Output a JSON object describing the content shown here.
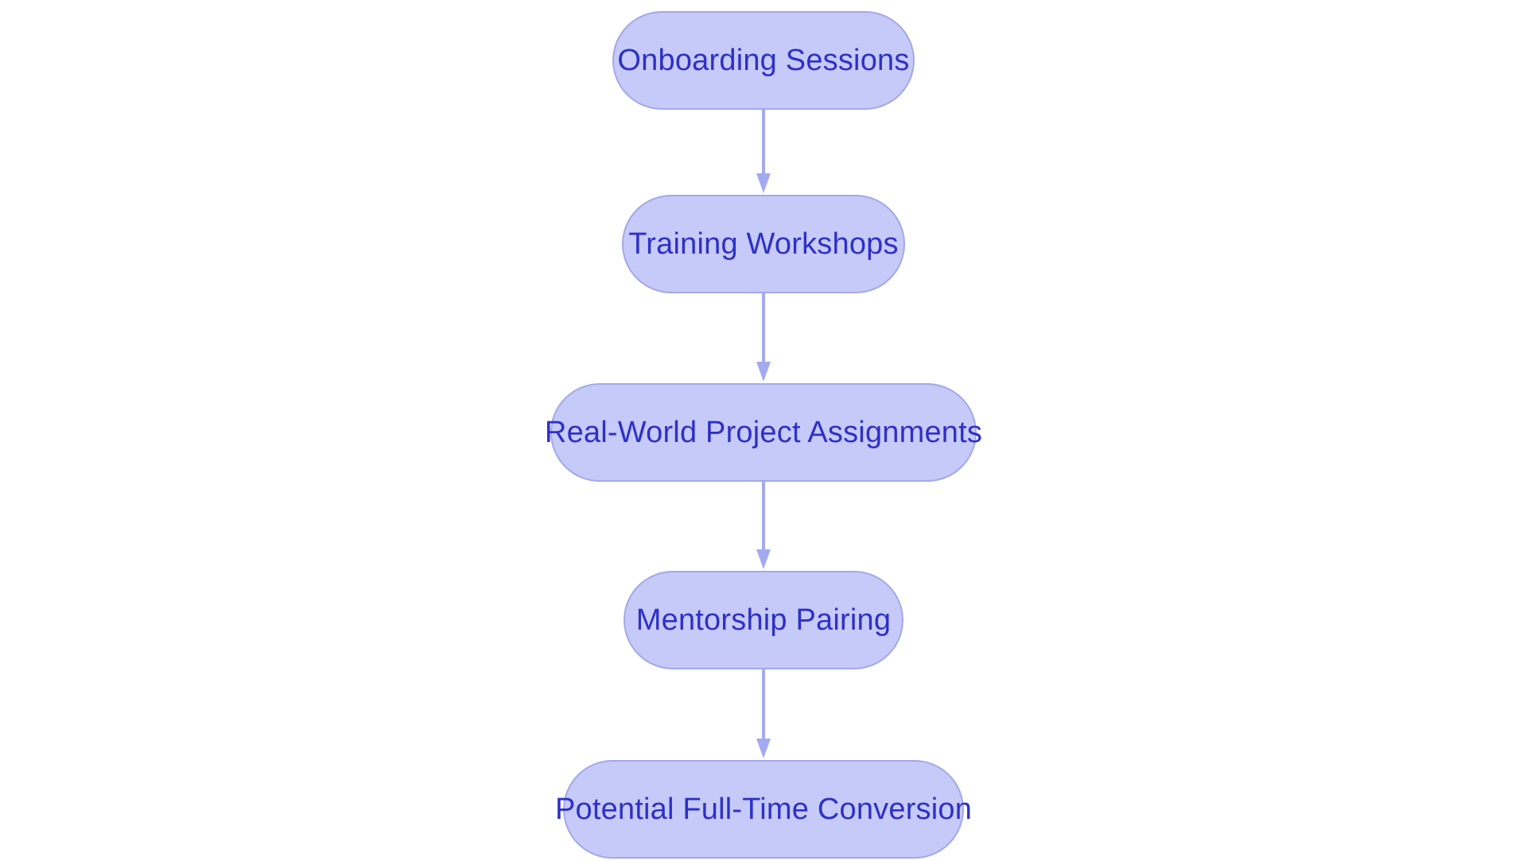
{
  "diagram": {
    "type": "flowchart",
    "orientation": "top-to-bottom",
    "title": "",
    "background_color": "#ffffff",
    "node_fill_color": "#c6caf8",
    "node_border_color": "#a3a8e8",
    "node_text_color": "#2e30c8",
    "connector_color": "#a3aaf0",
    "node_shape": "stadium",
    "nodes": [
      {
        "id": "onboarding-sessions",
        "label": "Onboarding Sessions",
        "order": 1
      },
      {
        "id": "training-workshops",
        "label": "Training Workshops",
        "order": 2
      },
      {
        "id": "real-world-project-assignments",
        "label": "Real-World Project Assignments",
        "order": 3
      },
      {
        "id": "mentorship-pairing",
        "label": "Mentorship Pairing",
        "order": 4
      },
      {
        "id": "potential-full-time-conversion",
        "label": "Potential Full-Time Conversion",
        "order": 5
      }
    ],
    "edges": [
      {
        "from": "onboarding-sessions",
        "to": "training-workshops",
        "label": "",
        "arrow": "down"
      },
      {
        "from": "training-workshops",
        "to": "real-world-project-assignments",
        "label": "",
        "arrow": "down"
      },
      {
        "from": "real-world-project-assignments",
        "to": "mentorship-pairing",
        "label": "",
        "arrow": "down"
      },
      {
        "from": "mentorship-pairing",
        "to": "potential-full-time-conversion",
        "label": "",
        "arrow": "down"
      }
    ]
  }
}
